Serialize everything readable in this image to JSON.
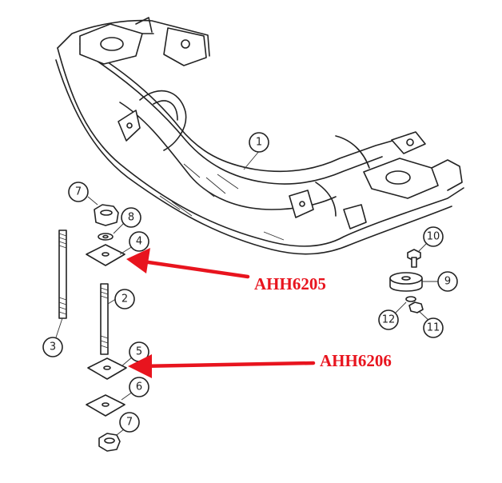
{
  "parts": {
    "p1": "1",
    "p2": "2",
    "p3": "3",
    "p4": "4",
    "p5": "5",
    "p6": "6",
    "p7a": "7",
    "p7b": "7",
    "p8": "8",
    "p9": "9",
    "p10": "10",
    "p11": "11",
    "p12": "12"
  },
  "callouts": {
    "upper": "AHH6205",
    "lower": "AHH6206"
  },
  "colors": {
    "callout": "#e8141e",
    "line": "#222222"
  }
}
